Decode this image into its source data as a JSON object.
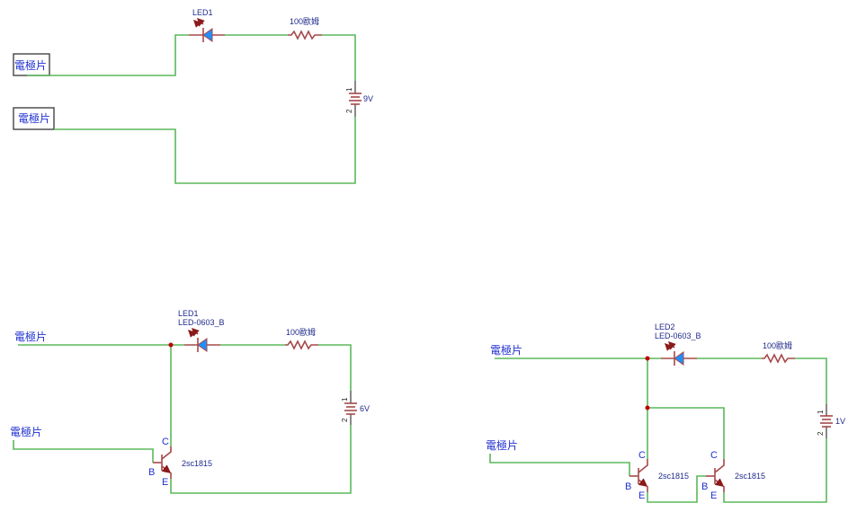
{
  "colors": {
    "wire": "#5cb85c",
    "component": "#a64848",
    "led_fill": "#1e90ff",
    "label": "#1f2a8a",
    "net_label": "#2030d0",
    "junction": "#c00000"
  },
  "circuits": [
    {
      "id": "circuit-1",
      "electrodes": [
        "電極片",
        "電極片"
      ],
      "led": {
        "ref": "LED1",
        "value": ""
      },
      "resistor": {
        "value": "100歐姆"
      },
      "battery": {
        "value": "9V",
        "pin1": "1",
        "pin2": "2"
      }
    },
    {
      "id": "circuit-2",
      "electrodes": [
        "電極片",
        "電極片"
      ],
      "led": {
        "ref": "LED1",
        "value": "LED-0603_B"
      },
      "resistor": {
        "value": "100歐姆"
      },
      "battery": {
        "value": "6V",
        "pin1": "1",
        "pin2": "2"
      },
      "transistors": [
        {
          "part": "2sc1815",
          "c": "C",
          "b": "B",
          "e": "E"
        }
      ]
    },
    {
      "id": "circuit-3",
      "electrodes": [
        "電極片",
        "電極片"
      ],
      "led": {
        "ref": "LED2",
        "value": "LED-0603_B"
      },
      "resistor": {
        "value": "100歐姆"
      },
      "battery": {
        "value": "1V",
        "pin1": "1",
        "pin2": "2"
      },
      "transistors": [
        {
          "part": "2sc1815",
          "c": "C",
          "b": "B",
          "e": "E"
        },
        {
          "part": "2sc1815",
          "c": "C",
          "b": "B",
          "e": "E"
        }
      ]
    }
  ]
}
